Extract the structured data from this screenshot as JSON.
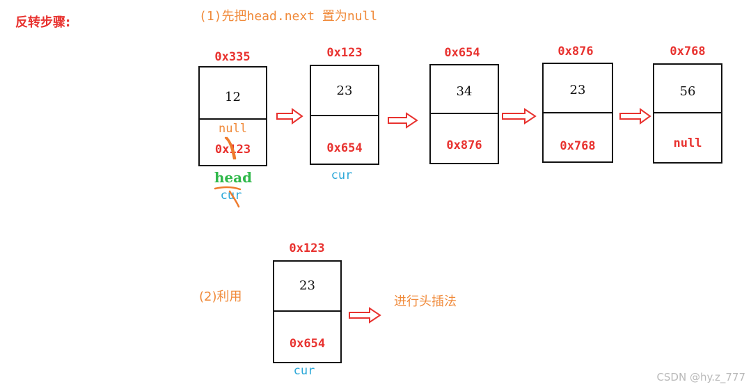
{
  "title": "反转步骤:",
  "step1": {
    "label": "(1)先把head.next 置为null"
  },
  "step2": {
    "label": "(2)利用",
    "note": "进行头插法"
  },
  "nodes": [
    {
      "addr": "0x335",
      "value": "12",
      "next": "0x123",
      "next_new": "null"
    },
    {
      "addr": "0x123",
      "value": "23",
      "next": "0x654"
    },
    {
      "addr": "0x654",
      "value": "34",
      "next": "0x876"
    },
    {
      "addr": "0x876",
      "value": "23",
      "next": "0x768"
    },
    {
      "addr": "0x768",
      "value": "56",
      "next": "null"
    }
  ],
  "node2": {
    "addr": "0x123",
    "value": "23",
    "next": "0x654"
  },
  "pointers": {
    "head": "head",
    "cur": "cur"
  },
  "colors": {
    "red": "#e8322f",
    "orange": "#f08a3a",
    "blue": "#2aa7d8",
    "green": "#2fb84a"
  },
  "watermark": "CSDN @hy.z_777"
}
